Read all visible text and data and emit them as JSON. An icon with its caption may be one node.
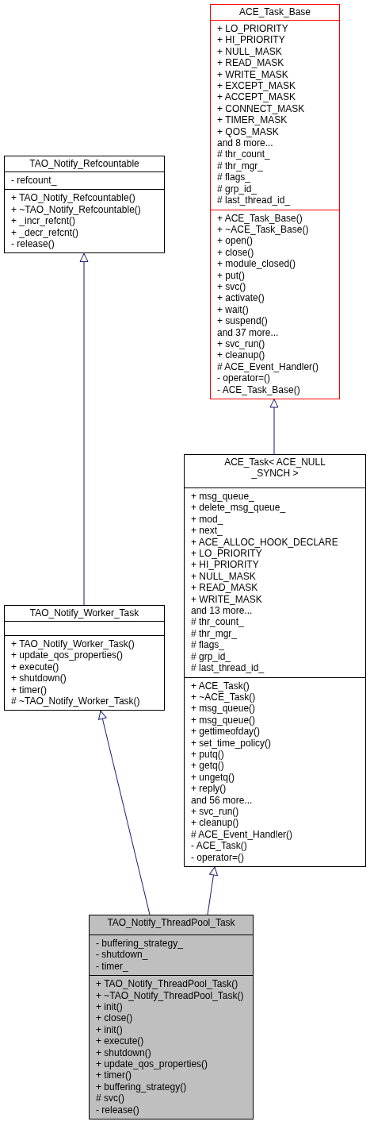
{
  "diagram": {
    "nodes": [
      {
        "text": [
          "ACE_Task_Base"
        ]
      },
      {
        "text": [
          "+ LO_PRIORITY",
          "+ HI_PRIORITY",
          "+ NULL_MASK",
          "+ READ_MASK",
          "+ WRITE_MASK",
          "+ EXCEPT_MASK",
          "+ ACCEPT_MASK",
          "+ CONNECT_MASK",
          "+ TIMER_MASK",
          "+ QOS_MASK",
          "and 8 more...",
          "# thr_count_",
          "# thr_mgr_",
          "# flags_",
          "# grp_id_",
          "# last_thread_id_"
        ],
        "in": 0
      },
      {
        "text": [
          "+ ACE_Task_Base()",
          "+ ~ACE_Task_Base()",
          "+ open()",
          "+ close()",
          "+ module_closed()",
          "+ put()",
          "+ svc()",
          "+ activate()",
          "+ wait()",
          "+ suspend()",
          "and 37 more...",
          "+ svc_run()",
          "+ cleanup()",
          "# ACE_Event_Handler()",
          "- operator=()",
          "- ACE_Task_Base()"
        ],
        "in": 0
      },
      {
        "text": [
          "TAO_Notify_Refcountable"
        ]
      },
      {
        "text": [
          "- refcount_"
        ],
        "in": 3
      },
      {
        "text": [
          "+ TAO_Notify_Refcountable()",
          "+ ~TAO_Notify_Refcountable()",
          "+ _incr_refcnt()",
          "+ _decr_refcnt()",
          "- release()"
        ],
        "in": 3
      },
      {
        "text": [
          "ACE_Task< ACE_NULL _SYNCH >"
        ]
      },
      {
        "text": [
          "+ msg_queue_",
          "+ delete_msg_queue_",
          "+ mod_",
          "+ next_",
          "+ ACE_ALLOC_HOOK_DECLARE",
          "+ LO_PRIORITY",
          "+ HI_PRIORITY",
          "+ NULL_MASK",
          "+ READ_MASK",
          "+ WRITE_MASK",
          "and 13 more...",
          "# thr_count_",
          "# thr_mgr_",
          "# flags_",
          "# grp_id_",
          "# last_thread_id_"
        ],
        "in": 6
      },
      {
        "text": [
          "+ ACE_Task()",
          "+ ~ACE_Task()",
          "+ msg_queue()",
          "+ msg_queue()",
          "+ gettimeofday()",
          "+ set_time_policy()",
          "+ putq()",
          "+ getq()",
          "+ ungetq()",
          "+ reply()",
          "and 56 more...",
          "+ svc_run()",
          "+ cleanup()",
          "# ACE_Event_Handler()",
          "- ACE_Task()",
          "- operator=()"
        ],
        "in": 6
      },
      {
        "text": [
          "TAO_Notify_Worker_Task"
        ]
      },
      {
        "text": [],
        "shape": "box",
        "in": 9
      },
      {
        "text": [
          "+ TAO_Notify_Worker_Task()",
          "+ update_qos_properties()",
          "+ execute()",
          "+ shutdown()",
          "+ timer()",
          "# ~TAO_Notify_Worker_Task()"
        ],
        "in": 9
      },
      {
        "text": [
          "TAO_Notify_ThreadPool_Task"
        ]
      },
      {
        "text": [
          "- buffering_strategy_",
          "- shutdown_",
          "- timer_"
        ],
        "in": 12
      },
      {
        "text": [
          "+ TAO_Notify_ThreadPool_Task()",
          "+ ~TAO_Notify_ThreadPool_Task()",
          "+ init()",
          "+ close()",
          "+ init()",
          "+ execute()",
          "+ shutdown()",
          "+ update_qos_properties()",
          "+ timer()",
          "+ buffering_strategy()",
          "# svc()",
          "- release()"
        ],
        "in": 12
      }
    ],
    "edges": [
      {
        "from": 6,
        "to": 0,
        "arrow": "to"
      },
      {
        "from": 9,
        "to": 3,
        "arrow": "to"
      },
      {
        "from": 12,
        "to": 9,
        "arrow": "to"
      },
      {
        "from": 12,
        "to": 6,
        "arrow": "to"
      }
    ]
  }
}
